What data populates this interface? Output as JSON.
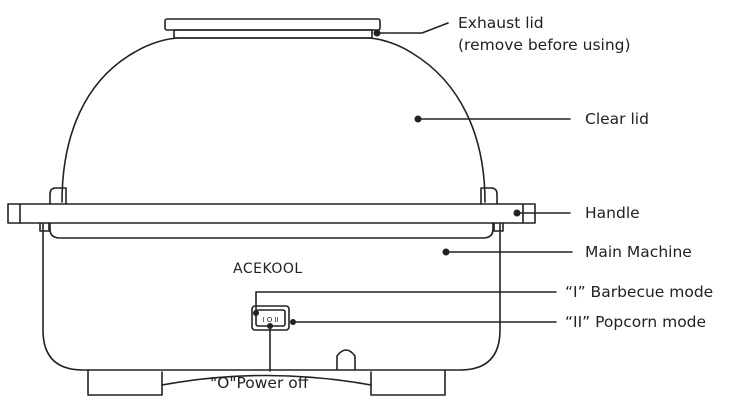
{
  "brand": "ACEKOOL",
  "labels": {
    "exhaust_lid_line1": "Exhaust lid",
    "exhaust_lid_line2": "(remove before using)",
    "clear_lid": "Clear lid",
    "handle": "Handle",
    "main_machine": "Main Machine",
    "barbecue_mode": "“I” Barbecue mode",
    "popcorn_mode": "“II” Popcorn mode",
    "power_off": "\"O\"Power off"
  },
  "switch_markings": "I O II",
  "colors": {
    "line": "#222222",
    "background": "#ffffff"
  }
}
